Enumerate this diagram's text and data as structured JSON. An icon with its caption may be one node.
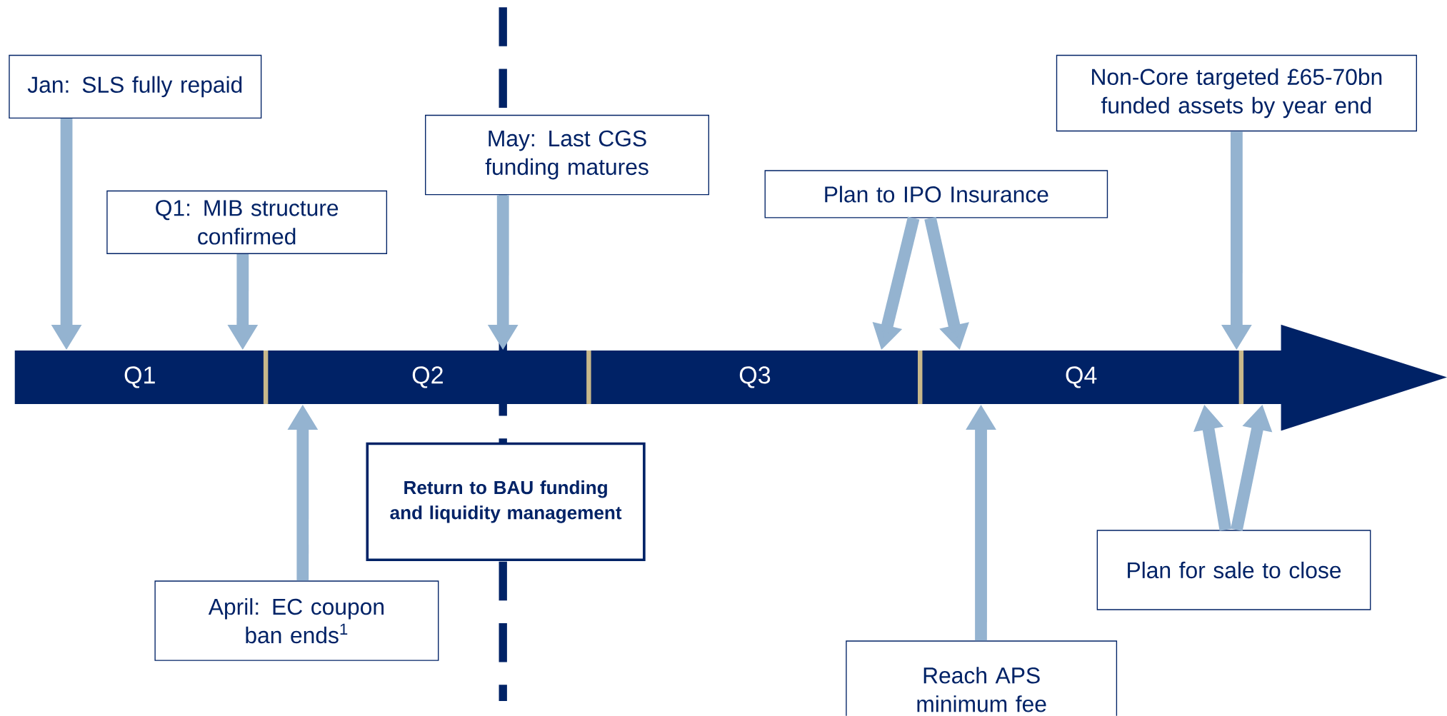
{
  "diagram": {
    "nodes": [
      {
        "text": [
          "Jan: SLS fully repaid"
        ]
      },
      {
        "text": [
          "Q1: MIB structure confirmed"
        ]
      },
      {
        "text": [
          "May: Last CGS funding matures"
        ]
      },
      {
        "text": [
          "Plan to IPO Insurance"
        ]
      },
      {
        "text": [
          "Non-Core targeted £65-70bn funded assets by year end"
        ]
      },
      {
        "text": [
          "April: EC coupon ban ends$^{1}$"
        ]
      },
      {
        "text": [
          "Return to BAU funding and liquidity management"
        ]
      },
      {
        "text": [
          "Reach APS minimum fee"
        ]
      },
      {
        "text": [
          "Plan for sale to close"
        ]
      },
      {
        "text": [
          "Q1"
        ]
      },
      {
        "text": [
          "Q2"
        ]
      },
      {
        "text": [
          "Q3"
        ]
      },
      {
        "text": [
          "Q4"
        ]
      },
      {
        "text": [],
        "shape": "arrow"
      }
    ],
    "edges": [
      {
        "from": 0,
        "to": 9,
        "arrow": "to"
      },
      {
        "from": 1,
        "to": 9,
        "arrow": "to"
      },
      {
        "from": 2,
        "to": 10,
        "arrow": "to"
      },
      {
        "from": 3,
        "to": 11,
        "arrow": "to"
      },
      {
        "from": 3,
        "to": 12,
        "arrow": "to"
      },
      {
        "from": 4,
        "to": 12,
        "arrow": "to"
      },
      {
        "from": 5,
        "to": 10,
        "arrow": "to"
      },
      {
        "from": 7,
        "to": 12,
        "arrow": "to"
      },
      {
        "from": 8,
        "to": 12,
        "arrow": "to"
      },
      {
        "from": 8,
        "to": 13,
        "arrow": "to"
      }
    ]
  }
}
